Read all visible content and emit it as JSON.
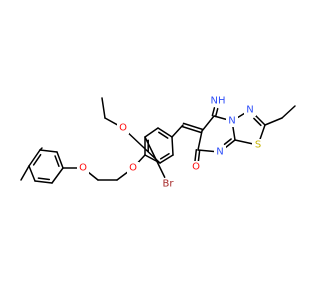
{
  "structure": {
    "atoms": [
      {
        "id": "c_me1",
        "element": "C",
        "label": ""
      },
      {
        "id": "c_me2",
        "element": "C",
        "label": ""
      },
      {
        "id": "d_r1",
        "element": "C",
        "label": ""
      },
      {
        "id": "d_r2",
        "element": "C",
        "label": ""
      },
      {
        "id": "d_r3",
        "element": "C",
        "label": ""
      },
      {
        "id": "d_r4",
        "element": "C",
        "label": ""
      },
      {
        "id": "d_r5",
        "element": "C",
        "label": ""
      },
      {
        "id": "d_r6",
        "element": "C",
        "label": ""
      },
      {
        "id": "o1",
        "element": "O",
        "label": "O"
      },
      {
        "id": "c_e1",
        "element": "C",
        "label": ""
      },
      {
        "id": "c_e2",
        "element": "C",
        "label": ""
      },
      {
        "id": "o2",
        "element": "O",
        "label": "O"
      },
      {
        "id": "a1",
        "element": "C",
        "label": ""
      },
      {
        "id": "a2",
        "element": "C",
        "label": ""
      },
      {
        "id": "a3",
        "element": "C",
        "label": ""
      },
      {
        "id": "a4",
        "element": "C",
        "label": ""
      },
      {
        "id": "a5",
        "element": "C",
        "label": ""
      },
      {
        "id": "a6",
        "element": "C",
        "label": ""
      },
      {
        "id": "br",
        "element": "Br",
        "label": "Br"
      },
      {
        "id": "o3",
        "element": "O",
        "label": "O"
      },
      {
        "id": "c_et1",
        "element": "C",
        "label": ""
      },
      {
        "id": "c_et2",
        "element": "C",
        "label": ""
      },
      {
        "id": "c_ch",
        "element": "C",
        "label": ""
      },
      {
        "id": "c6",
        "element": "C",
        "label": ""
      },
      {
        "id": "c5",
        "element": "C",
        "label": ""
      },
      {
        "id": "nh",
        "element": "N",
        "label": "NH"
      },
      {
        "id": "n4",
        "element": "N",
        "label": "N"
      },
      {
        "id": "c8a",
        "element": "C",
        "label": ""
      },
      {
        "id": "n8",
        "element": "N",
        "label": "N"
      },
      {
        "id": "c7",
        "element": "C",
        "label": ""
      },
      {
        "id": "o4",
        "element": "O",
        "label": "O"
      },
      {
        "id": "n3",
        "element": "N",
        "label": "N"
      },
      {
        "id": "c2",
        "element": "C",
        "label": ""
      },
      {
        "id": "s1",
        "element": "S",
        "label": "S"
      },
      {
        "id": "c_t1",
        "element": "C",
        "label": ""
      },
      {
        "id": "c_t2",
        "element": "C",
        "label": ""
      }
    ],
    "bonds": [
      {
        "from": "c_me1",
        "to": "d_r1",
        "order": 1
      },
      {
        "from": "c_me2",
        "to": "d_r6",
        "order": 1
      },
      {
        "from": "d_r1",
        "to": "d_r2",
        "order": 1
      },
      {
        "from": "d_r2",
        "to": "d_r3",
        "order": 2
      },
      {
        "from": "d_r3",
        "to": "d_r4",
        "order": 1
      },
      {
        "from": "d_r4",
        "to": "d_r5",
        "order": 2
      },
      {
        "from": "d_r5",
        "to": "d_r6",
        "order": 1
      },
      {
        "from": "d_r6",
        "to": "d_r1",
        "order": 2
      },
      {
        "from": "d_r4",
        "to": "o1",
        "order": 1
      },
      {
        "from": "o1",
        "to": "c_e1",
        "order": 1
      },
      {
        "from": "c_e1",
        "to": "c_e2",
        "order": 1
      },
      {
        "from": "c_e2",
        "to": "o2",
        "order": 1
      },
      {
        "from": "o2",
        "to": "a1",
        "order": 1
      },
      {
        "from": "a1",
        "to": "a2",
        "order": 2
      },
      {
        "from": "a2",
        "to": "a3",
        "order": 1
      },
      {
        "from": "a3",
        "to": "a4",
        "order": 2
      },
      {
        "from": "a4",
        "to": "a5",
        "order": 1
      },
      {
        "from": "a5",
        "to": "a6",
        "order": 2
      },
      {
        "from": "a6",
        "to": "a1",
        "order": 1
      },
      {
        "from": "a2",
        "to": "br",
        "order": 1
      },
      {
        "from": "a6",
        "to": "o3",
        "order": 1
      },
      {
        "from": "o3",
        "to": "c_et1",
        "order": 1
      },
      {
        "from": "c_et1",
        "to": "c_et2",
        "order": 1
      },
      {
        "from": "a4",
        "to": "c_ch",
        "order": 1
      },
      {
        "from": "c_ch",
        "to": "c6",
        "order": 2
      },
      {
        "from": "c6",
        "to": "c5",
        "order": 1
      },
      {
        "from": "c5",
        "to": "nh",
        "order": 2
      },
      {
        "from": "c5",
        "to": "n4",
        "order": 1
      },
      {
        "from": "n4",
        "to": "c8a",
        "order": 1
      },
      {
        "from": "c8a",
        "to": "n8",
        "order": 2
      },
      {
        "from": "n8",
        "to": "c7",
        "order": 1
      },
      {
        "from": "c7",
        "to": "c6",
        "order": 1
      },
      {
        "from": "c7",
        "to": "o4",
        "order": 2
      },
      {
        "from": "n4",
        "to": "n3",
        "order": 1
      },
      {
        "from": "n3",
        "to": "c2",
        "order": 2
      },
      {
        "from": "c2",
        "to": "s1",
        "order": 1
      },
      {
        "from": "s1",
        "to": "c8a",
        "order": 1
      },
      {
        "from": "c2",
        "to": "c_t1",
        "order": 1
      },
      {
        "from": "c_t1",
        "to": "c_t2",
        "order": 1
      }
    ],
    "colors": {
      "C": "#000000",
      "O": "#ff0d0d",
      "N": "#3050f8",
      "S": "#c6b300",
      "Br": "#a62929"
    }
  }
}
